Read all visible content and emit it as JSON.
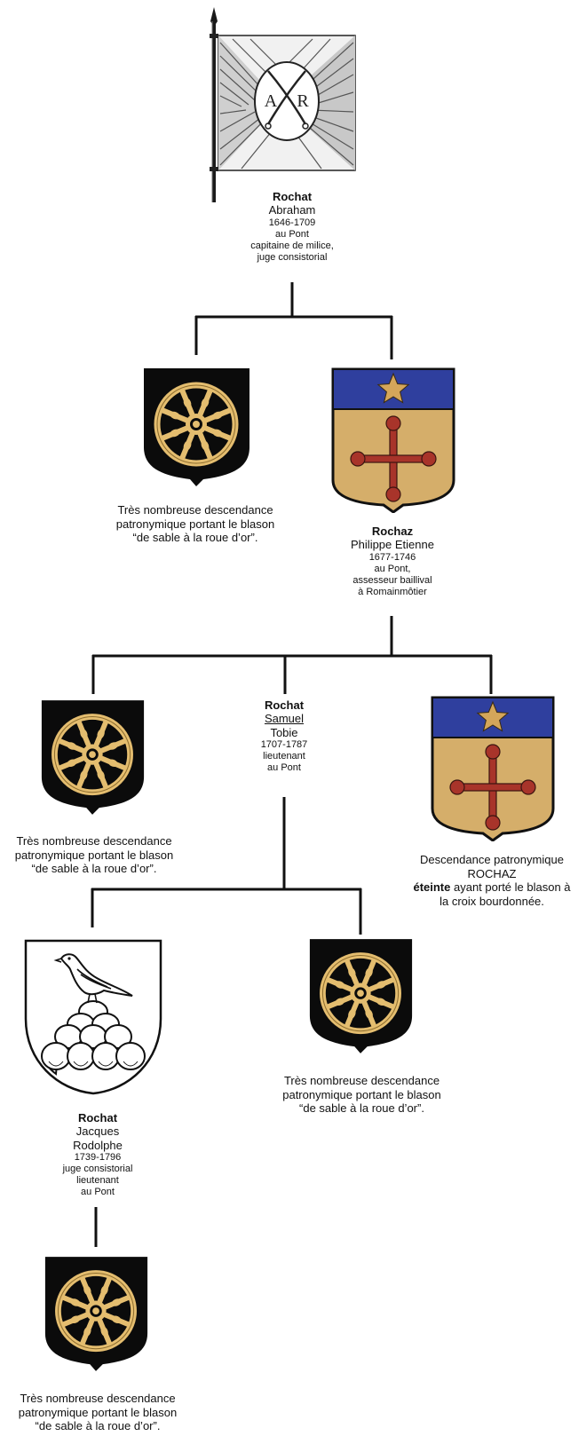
{
  "abraham": {
    "surname": "Rochat",
    "given": "Abraham",
    "dates": "1646-1709",
    "place": "au Pont",
    "role1": "capitaine de milice,",
    "role2": "juge consistorial",
    "flag_monogram_a": "A",
    "flag_monogram_r": "R"
  },
  "branch_wheel_1": {
    "line1": "Très nombreuse descendance",
    "line2": "patronymique portant le blason",
    "line3": "“de sable à la roue d’or”."
  },
  "philippe": {
    "surname": "Rochaz",
    "given": "Philippe Etienne",
    "dates": "1677-1746",
    "place": "au Pont,",
    "role1": "assesseur baillival",
    "role2": "à Romainmôtier"
  },
  "branch_wheel_2": {
    "line1": "Très nombreuse descendance",
    "line2": "patronymique portant le blason",
    "line3": "“de sable à la roue d’or”."
  },
  "samuel": {
    "surname": "Rochat",
    "given1": "Samuel",
    "given2": "Tobie",
    "dates": "1707-1787",
    "role1": "lieutenant",
    "place": "au Pont"
  },
  "branch_extinct": {
    "line1": "Descendance patronymique",
    "line2": "ROCHAZ",
    "line3_bold": "éteinte",
    "line3_rest": " ayant porté le blason à",
    "line4": "la croix bourdonnée."
  },
  "jacques": {
    "surname": "Rochat",
    "given1": "Jacques",
    "given2": "Rodolphe",
    "dates": "1739-1796",
    "role1": "juge consistorial",
    "role2": "lieutenant",
    "place": "au Pont"
  },
  "branch_wheel_3": {
    "line1": "Très nombreuse descendance",
    "line2": "patronymique portant le blason",
    "line3": "“de sable à la roue d’or”."
  },
  "branch_wheel_4": {
    "line1": "Très nombreuse descendance",
    "line2": "patronymique portant le blason",
    "line3": "“de sable à la roue d’or”."
  },
  "colors": {
    "sable": "#0b0b0b",
    "or": "#e4bd6f",
    "azure": "#2f3f9e",
    "gold_field": "#d5ae6a",
    "gules": "#a8342a",
    "star": "#d4a65a",
    "line": "#111111"
  }
}
